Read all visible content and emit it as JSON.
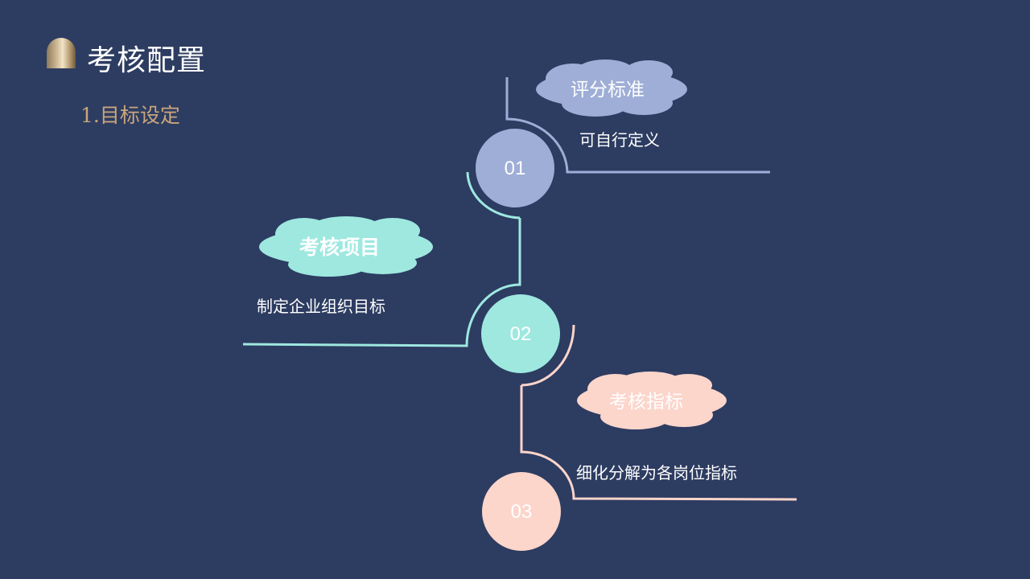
{
  "header": {
    "title": "考核配置",
    "subtitle": "1.目标设定"
  },
  "steps": [
    {
      "number": "01",
      "heading": "评分标准",
      "description": "可自行定义",
      "color": "#9eaed6"
    },
    {
      "number": "02",
      "heading": "考核项目",
      "description": "制定企业组织目标",
      "color": "#9ee8e0"
    },
    {
      "number": "03",
      "heading": "考核指标",
      "description": "细化分解为各岗位指标",
      "color": "#fcd5cb"
    }
  ],
  "colors": {
    "background": "#2d3c61",
    "subtitle": "#c9a57c"
  }
}
